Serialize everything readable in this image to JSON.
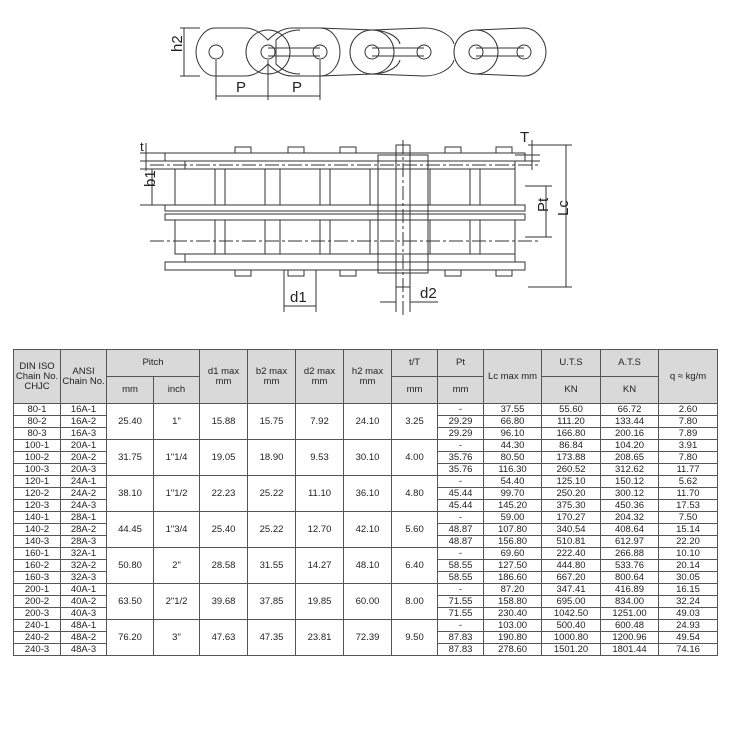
{
  "drawing": {
    "labels": {
      "h2": "h2",
      "p1": "P",
      "p2": "P",
      "t": "t",
      "b1": "b1",
      "T": "T",
      "Pt": "Pt",
      "Lc": "Lc",
      "d1": "d1",
      "d2": "d2"
    }
  },
  "table": {
    "headers": {
      "din": "DIN ISO Chain No. CHJC",
      "ansi": "ANSI Chain No.",
      "pitch": "Pitch",
      "pitch_mm": "mm",
      "pitch_inch": "inch",
      "d1": "d1 max mm",
      "b2": "b2 max mm",
      "d2": "d2 max mm",
      "h2": "h2 max mm",
      "tT": "t/T",
      "tT_unit": "mm",
      "pt": "Pt",
      "pt_unit": "mm",
      "lc": "Lc max mm",
      "uts": "U.T.S",
      "uts_unit": "KN",
      "ats": "A.T.S",
      "ats_unit": "KN",
      "q": "q ≈ kg/m"
    },
    "groups": [
      {
        "pitch_mm": "25.40",
        "pitch_inch": "1\"",
        "d1": "15.88",
        "b2": "15.75",
        "d2": "7.92",
        "h2": "24.10",
        "tT": "3.25",
        "rows": [
          {
            "din": "80-1",
            "ansi": "16A-1",
            "pt": "-",
            "lc": "37.55",
            "uts": "55.60",
            "ats": "66.72",
            "q": "2.60"
          },
          {
            "din": "80-2",
            "ansi": "16A-2",
            "pt": "29.29",
            "lc": "66.80",
            "uts": "111.20",
            "ats": "133.44",
            "q": "7.80"
          },
          {
            "din": "80-3",
            "ansi": "16A-3",
            "pt": "29.29",
            "lc": "96.10",
            "uts": "166.80",
            "ats": "200.16",
            "q": "7.89"
          }
        ]
      },
      {
        "pitch_mm": "31.75",
        "pitch_inch": "1\"1/4",
        "d1": "19.05",
        "b2": "18.90",
        "d2": "9.53",
        "h2": "30.10",
        "tT": "4.00",
        "rows": [
          {
            "din": "100-1",
            "ansi": "20A-1",
            "pt": "-",
            "lc": "44.30",
            "uts": "86.84",
            "ats": "104.20",
            "q": "3.91"
          },
          {
            "din": "100-2",
            "ansi": "20A-2",
            "pt": "35.76",
            "lc": "80.50",
            "uts": "173.88",
            "ats": "208.65",
            "q": "7.80"
          },
          {
            "din": "100-3",
            "ansi": "20A-3",
            "pt": "35.76",
            "lc": "116.30",
            "uts": "260.52",
            "ats": "312.62",
            "q": "11.77"
          }
        ]
      },
      {
        "pitch_mm": "38.10",
        "pitch_inch": "1\"1/2",
        "d1": "22.23",
        "b2": "25.22",
        "d2": "11.10",
        "h2": "36.10",
        "tT": "4.80",
        "rows": [
          {
            "din": "120-1",
            "ansi": "24A-1",
            "pt": "-",
            "lc": "54.40",
            "uts": "125.10",
            "ats": "150.12",
            "q": "5.62"
          },
          {
            "din": "120-2",
            "ansi": "24A-2",
            "pt": "45.44",
            "lc": "99.70",
            "uts": "250.20",
            "ats": "300.12",
            "q": "11.70"
          },
          {
            "din": "120-3",
            "ansi": "24A-3",
            "pt": "45.44",
            "lc": "145.20",
            "uts": "375.30",
            "ats": "450.36",
            "q": "17.53"
          }
        ]
      },
      {
        "pitch_mm": "44.45",
        "pitch_inch": "1\"3/4",
        "d1": "25.40",
        "b2": "25.22",
        "d2": "12.70",
        "h2": "42.10",
        "tT": "5.60",
        "rows": [
          {
            "din": "140-1",
            "ansi": "28A-1",
            "pt": "-",
            "lc": "59.00",
            "uts": "170.27",
            "ats": "204.32",
            "q": "7.50"
          },
          {
            "din": "140-2",
            "ansi": "28A-2",
            "pt": "48.87",
            "lc": "107.80",
            "uts": "340.54",
            "ats": "408.64",
            "q": "15.14"
          },
          {
            "din": "140-3",
            "ansi": "28A-3",
            "pt": "48.87",
            "lc": "156.80",
            "uts": "510.81",
            "ats": "612.97",
            "q": "22.20"
          }
        ]
      },
      {
        "pitch_mm": "50.80",
        "pitch_inch": "2\"",
        "d1": "28.58",
        "b2": "31.55",
        "d2": "14.27",
        "h2": "48.10",
        "tT": "6.40",
        "rows": [
          {
            "din": "160-1",
            "ansi": "32A-1",
            "pt": "-",
            "lc": "69.60",
            "uts": "222.40",
            "ats": "266.88",
            "q": "10.10"
          },
          {
            "din": "160-2",
            "ansi": "32A-2",
            "pt": "58.55",
            "lc": "127.50",
            "uts": "444.80",
            "ats": "533.76",
            "q": "20.14"
          },
          {
            "din": "160-3",
            "ansi": "32A-3",
            "pt": "58.55",
            "lc": "186.60",
            "uts": "667.20",
            "ats": "800.64",
            "q": "30.05"
          }
        ]
      },
      {
        "pitch_mm": "63.50",
        "pitch_inch": "2\"1/2",
        "d1": "39.68",
        "b2": "37.85",
        "d2": "19.85",
        "h2": "60.00",
        "tT": "8.00",
        "rows": [
          {
            "din": "200-1",
            "ansi": "40A-1",
            "pt": "-",
            "lc": "87.20",
            "uts": "347.41",
            "ats": "416.89",
            "q": "16.15"
          },
          {
            "din": "200-2",
            "ansi": "40A-2",
            "pt": "71.55",
            "lc": "158.80",
            "uts": "695.00",
            "ats": "834.00",
            "q": "32.24"
          },
          {
            "din": "200-3",
            "ansi": "40A-3",
            "pt": "71.55",
            "lc": "230.40",
            "uts": "1042.50",
            "ats": "1251.00",
            "q": "49.03"
          }
        ]
      },
      {
        "pitch_mm": "76.20",
        "pitch_inch": "3\"",
        "d1": "47.63",
        "b2": "47.35",
        "d2": "23.81",
        "h2": "72.39",
        "tT": "9.50",
        "rows": [
          {
            "din": "240-1",
            "ansi": "48A-1",
            "pt": "-",
            "lc": "103.00",
            "uts": "500.40",
            "ats": "600.48",
            "q": "24.93"
          },
          {
            "din": "240-2",
            "ansi": "48A-2",
            "pt": "87.83",
            "lc": "190.80",
            "uts": "1000.80",
            "ats": "1200.96",
            "q": "49.54"
          },
          {
            "din": "240-3",
            "ansi": "48A-3",
            "pt": "87.83",
            "lc": "278.60",
            "uts": "1501.20",
            "ats": "1801.44",
            "q": "74.16"
          }
        ]
      }
    ]
  }
}
